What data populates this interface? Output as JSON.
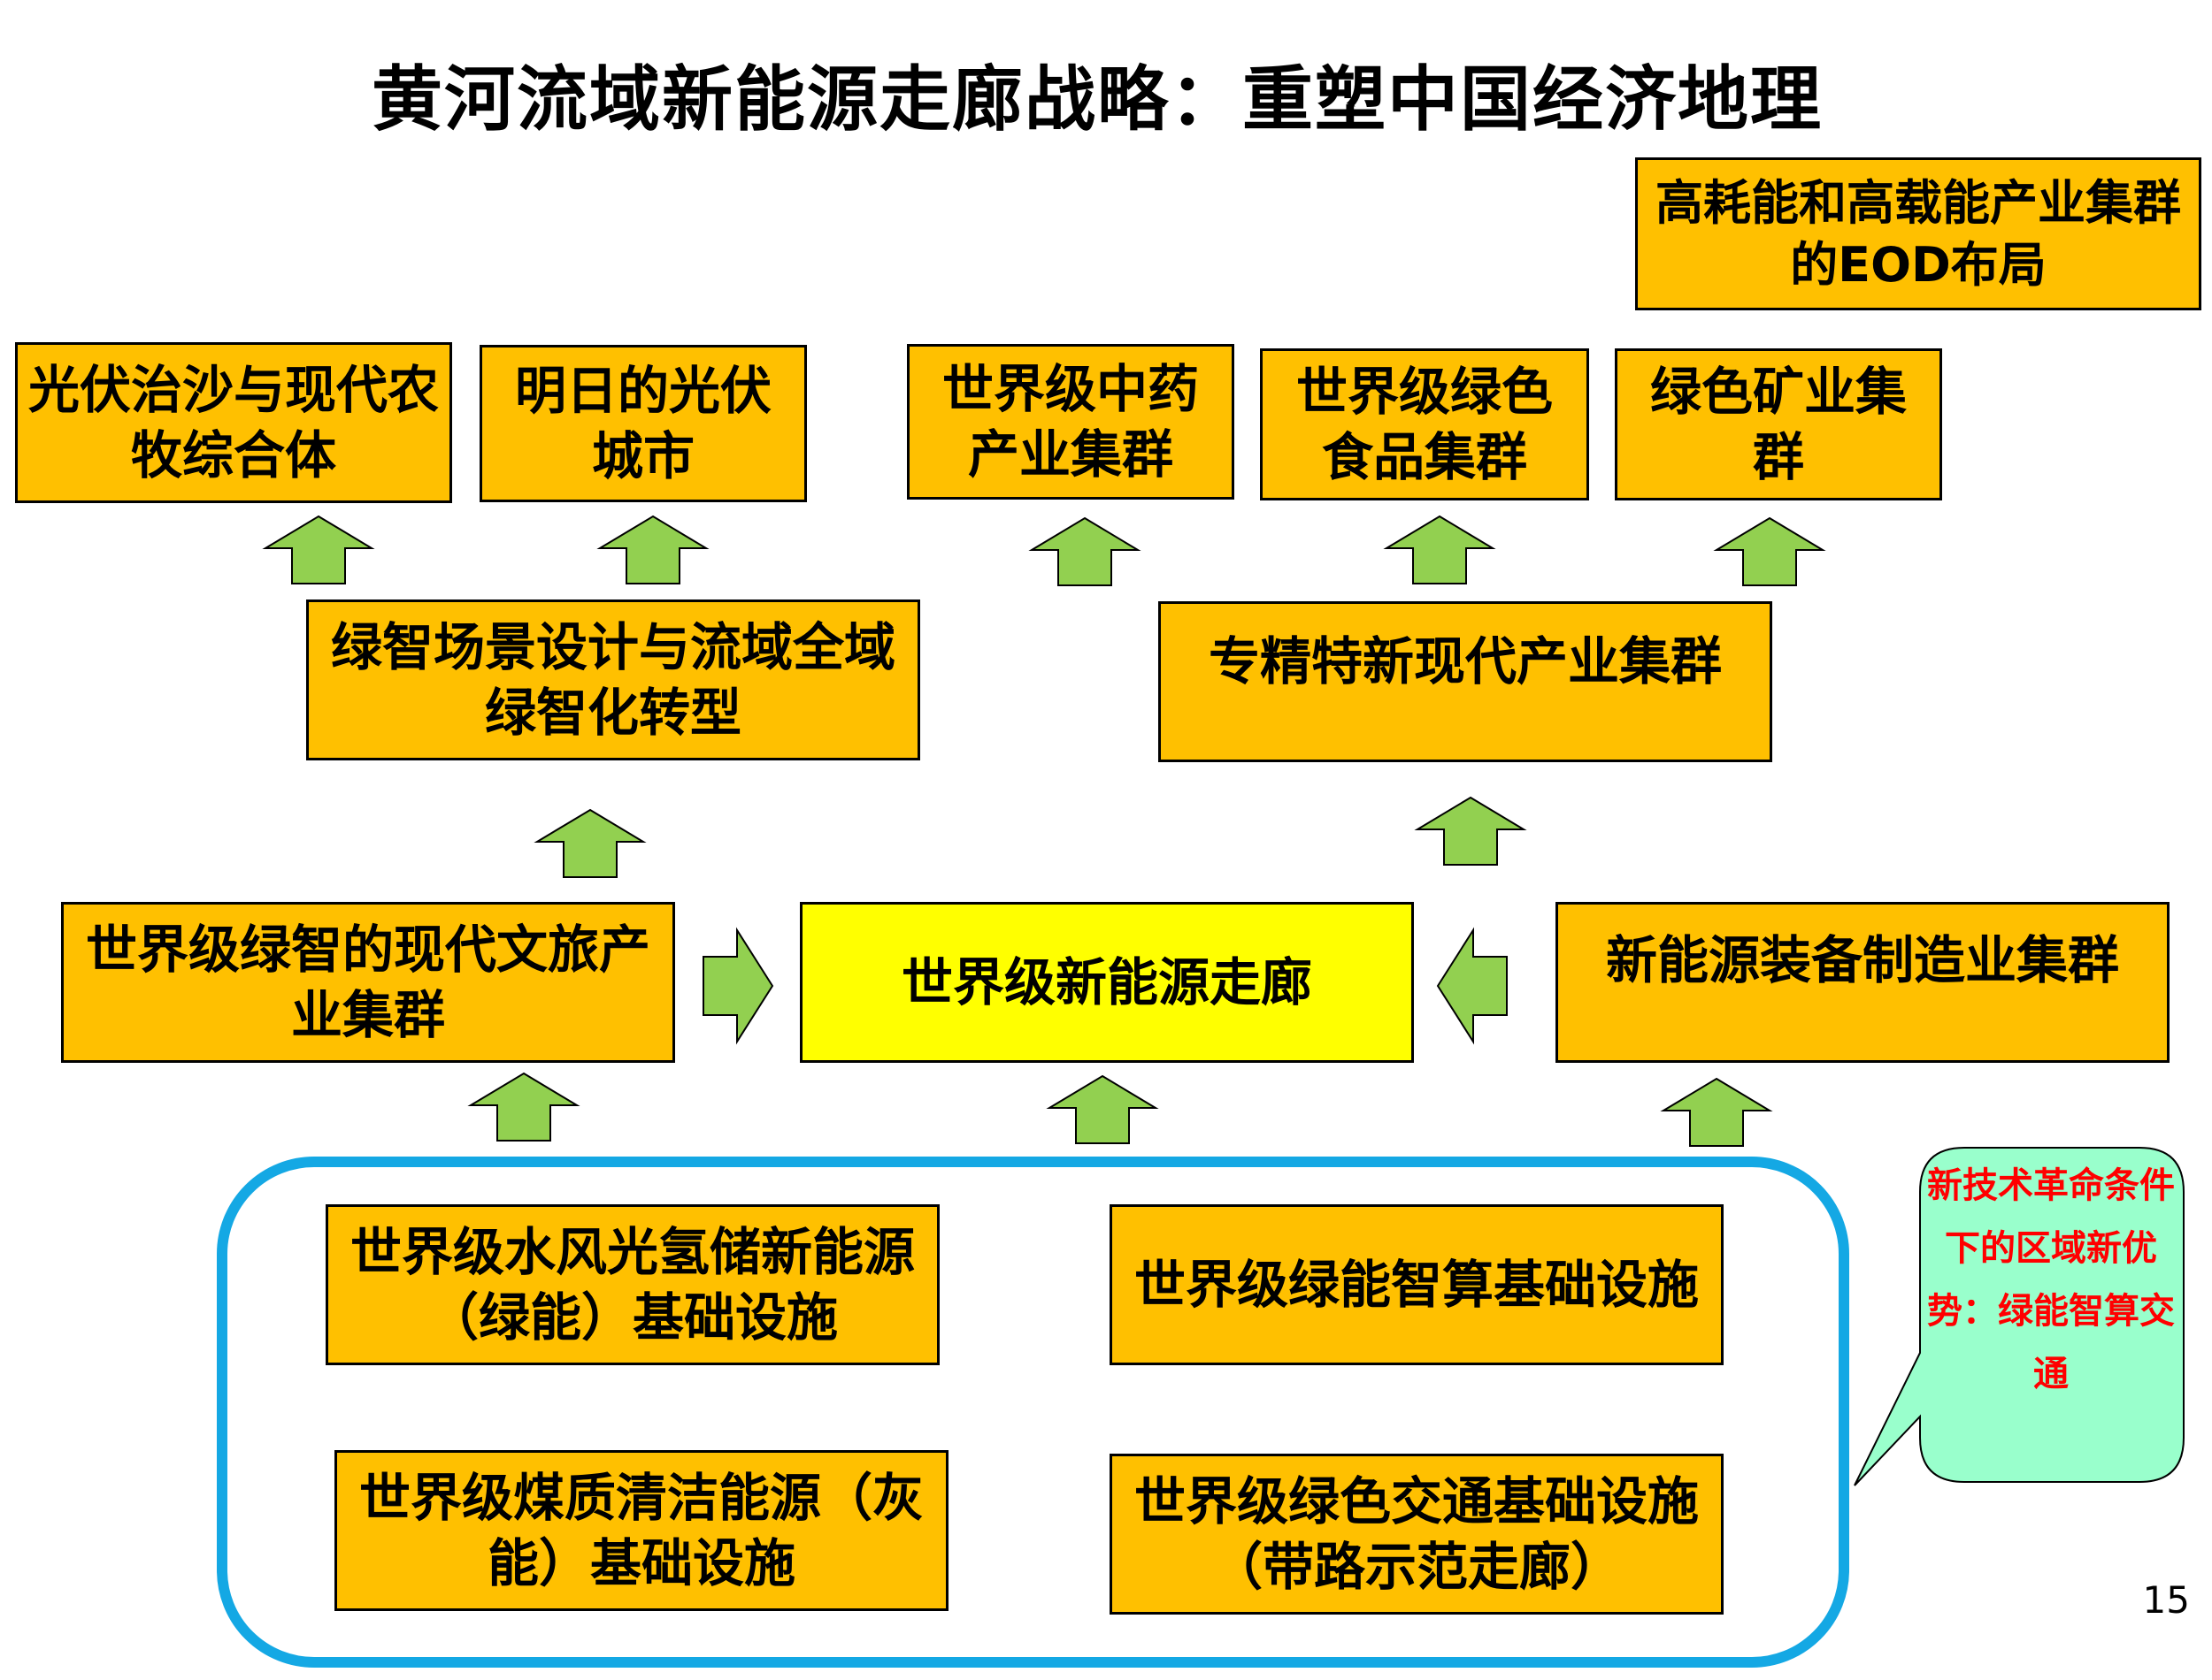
{
  "title": "黄河流域新能源走廊战略：重塑中国经济地理",
  "top_right_box": "高耗能和高载能产业集群的EOD布局",
  "top_row": [
    "光伏治沙与现代农牧综合体",
    "明日的光伏城市",
    "世界级中药产业集群",
    "世界级绿色食品集群",
    "绿色矿业集群"
  ],
  "middle_row": {
    "left": "绿智场景设计与流域全域绿智化转型",
    "right": "专精特新现代产业集群"
  },
  "core_row": {
    "left": "世界级绿智的现代文旅产业集群",
    "center": "世界级新能源走廊",
    "right": "新能源装备制造业集群"
  },
  "foundation": [
    "世界级水风光氢储新能源（绿能）基础设施",
    "世界级绿能智算基础设施",
    "世界级煤质清洁能源（灰能）基础设施",
    "世界级绿色交通基础设施（带路示范走廊）"
  ],
  "callout": "新技术革命条件下的区域新优势：绿能智算交通",
  "page_number": "15",
  "colors": {
    "box_fill": "#FFC000",
    "core_fill": "#FFFF00",
    "arrow_fill": "#92D050",
    "frame_border": "#14A8E4",
    "callout_fill": "#99FFCC",
    "callout_text": "#FF0000"
  }
}
